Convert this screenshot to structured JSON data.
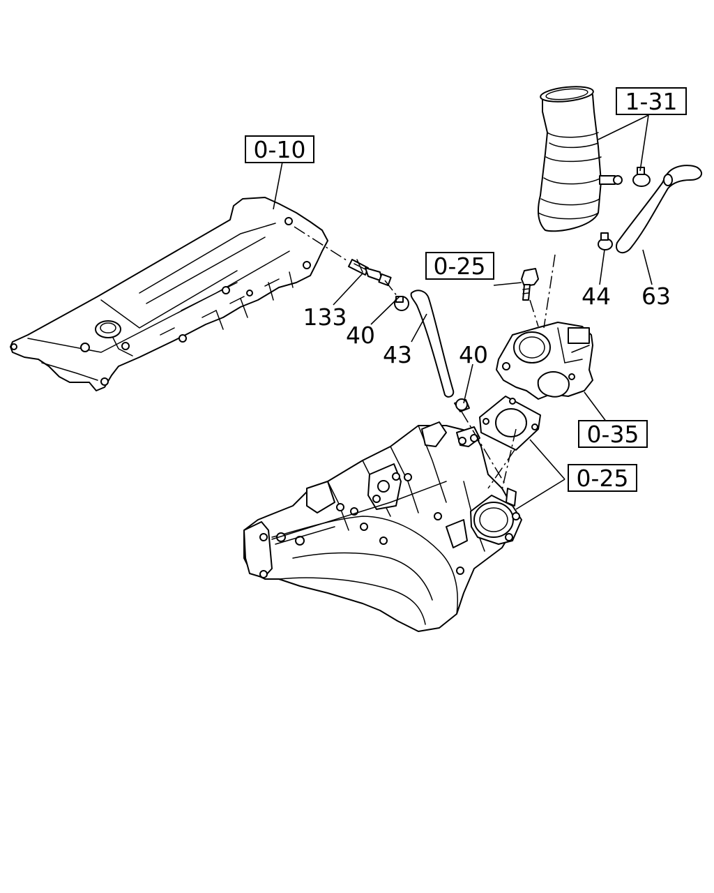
{
  "diagram": {
    "ref_labels": {
      "cover": "0-10",
      "air_duct": "1-31",
      "bolt": "0-25",
      "throttle": "0-35",
      "manifold": "0-25"
    },
    "part_numbers": {
      "pcv_valve": "133",
      "clamp_left": "40",
      "hose_43": "43",
      "clamp_center": "40",
      "clamp_right": "44",
      "hose_63": "63"
    },
    "colors": {
      "line": "#000000",
      "background": "#ffffff"
    }
  }
}
